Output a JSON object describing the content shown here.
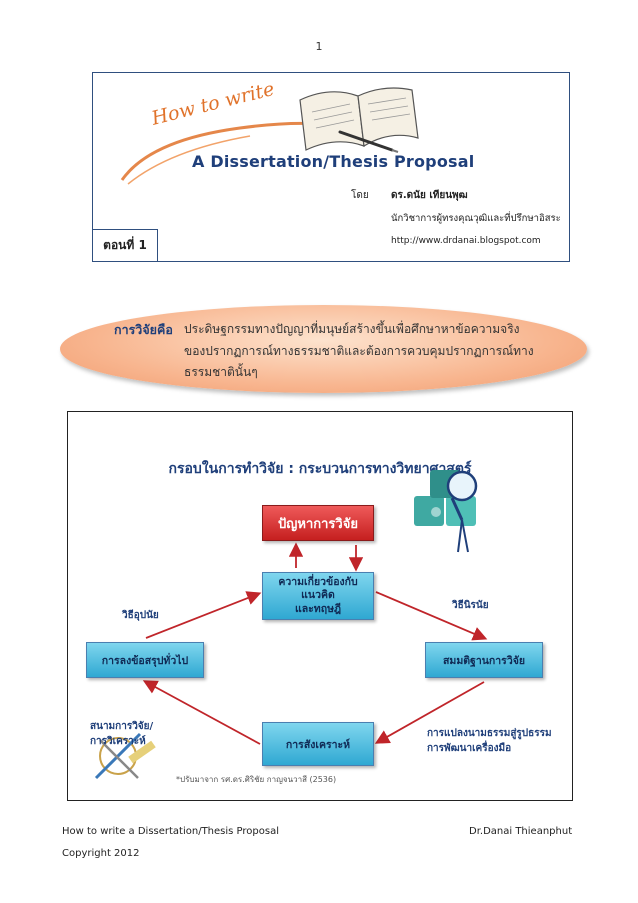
{
  "page_number": "1",
  "title_block": {
    "how_to_write": "How to write",
    "proposal_title": "A Dissertation/Thesis Proposal",
    "author_label": "โดย",
    "author_name": "ดร.ดนัย  เทียนพุฒ",
    "author_role": "นักวิชาการผู้ทรงคุณวุฒิและที่ปรึกษาอิสระ",
    "author_url": "http://www.drdanai.blogspot.com",
    "episode": "ตอนที่ 1"
  },
  "definition": {
    "term": "การวิจัยคือ",
    "lines": [
      "ประดิษฐกรรมทางปัญญาที่มนุษย์สร้างขึ้นเพื่อศึกษาหาข้อความจริง",
      "ของปรากฏการณ์ทางธรรมชาติและต้องการควบคุมปรากฏการณ์ทาง",
      "ธรรมชาตินั้นๆ"
    ]
  },
  "diagram": {
    "title": "กรอบในการทำวิจัย : กระบวนการทางวิทยาศาสตร์",
    "boxes": {
      "problem": "ปัญหาการวิจัย",
      "literature": [
        "ความเกี่ยวข้องกับแนวคิด",
        "และทฤษฎี"
      ],
      "conclusion": "การลงข้อสรุปทั่วไป",
      "hypothesis": "สมมติฐานการวิจัย",
      "synthesis": "การสังเคราะห์"
    },
    "labels": {
      "induction": "วิธีอุปนัย",
      "deduction": "วิธีนิรนัย",
      "collection": [
        "การแปลงนามธรรมสู่รูปธรรม",
        "การพัฒนาเครื่องมือ"
      ],
      "analysis": [
        "สนามการวิจัย/",
        "การวิเคราะห์"
      ],
      "source": "*ปรับมาจาก รศ.ดร.ศิริชัย กาญจนวาสี (2536)"
    }
  },
  "footer": {
    "left": "How to write a Dissertation/Thesis Proposal",
    "right": "Dr.Danai  Thieanphut",
    "copyright": "Copyright 2012"
  },
  "colors": {
    "title_blue": "#1f3f7a",
    "orange": "#e0722a",
    "arrow_red": "#c0252a",
    "box_cyan": "#2fa8d2",
    "problem_red": "#d02828"
  }
}
